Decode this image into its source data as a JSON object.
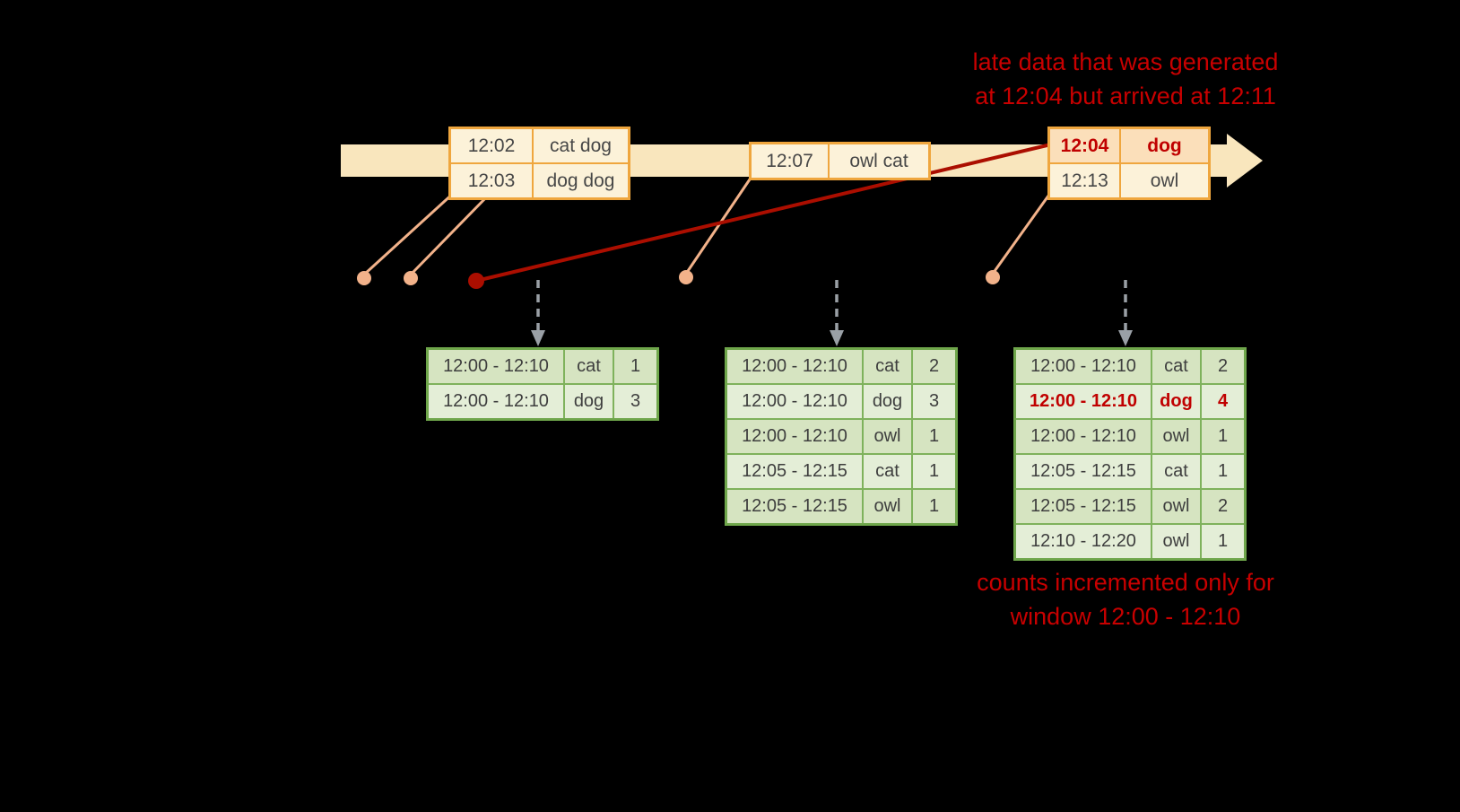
{
  "annotations": {
    "late_data": {
      "line1": "late data that was generated",
      "line2": "at 12:04 but arrived at 12:11"
    },
    "counts": {
      "line1": "counts incremented only for",
      "line2": "window 12:00 - 12:10"
    }
  },
  "colors": {
    "background": "#000000",
    "annotation_red": "#c80000",
    "late_text_red": "#c00000",
    "timeline_fill": "#f9e6bd",
    "event_border_orange": "#efa63e",
    "event_fill_cream": "#fcf2d9",
    "late_cell_fill": "#fbdfba",
    "connector_salmon": "#f2b28a",
    "late_connector_red": "#ab0e00",
    "trigger_arrow_gray": "#9aa0a6",
    "result_border_green": "#6fa64b",
    "result_fill_green": "#dce9cb"
  },
  "event_tables": [
    {
      "rows": [
        {
          "time": "12:02",
          "words": "cat dog"
        },
        {
          "time": "12:03",
          "words": "dog dog"
        }
      ]
    },
    {
      "rows": [
        {
          "time": "12:07",
          "words": "owl cat"
        }
      ]
    },
    {
      "rows": [
        {
          "time": "12:04",
          "words": "dog"
        },
        {
          "time": "12:13",
          "words": "owl"
        }
      ]
    }
  ],
  "result_tables": [
    {
      "rows": [
        {
          "window": "12:00 - 12:10",
          "word": "cat",
          "count": "1"
        },
        {
          "window": "12:00 - 12:10",
          "word": "dog",
          "count": "3"
        }
      ]
    },
    {
      "rows": [
        {
          "window": "12:00 - 12:10",
          "word": "cat",
          "count": "2"
        },
        {
          "window": "12:00 - 12:10",
          "word": "dog",
          "count": "3"
        },
        {
          "window": "12:00 - 12:10",
          "word": "owl",
          "count": "1"
        },
        {
          "window": "12:05 - 12:15",
          "word": "cat",
          "count": "1"
        },
        {
          "window": "12:05 - 12:15",
          "word": "owl",
          "count": "1"
        }
      ]
    },
    {
      "rows": [
        {
          "window": "12:00 - 12:10",
          "word": "cat",
          "count": "2"
        },
        {
          "window": "12:00 - 12:10",
          "word": "dog",
          "count": "4"
        },
        {
          "window": "12:00 - 12:10",
          "word": "owl",
          "count": "1"
        },
        {
          "window": "12:05 - 12:15",
          "word": "cat",
          "count": "1"
        },
        {
          "window": "12:05 - 12:15",
          "word": "owl",
          "count": "2"
        },
        {
          "window": "12:10 - 12:20",
          "word": "owl",
          "count": "1"
        }
      ]
    }
  ]
}
